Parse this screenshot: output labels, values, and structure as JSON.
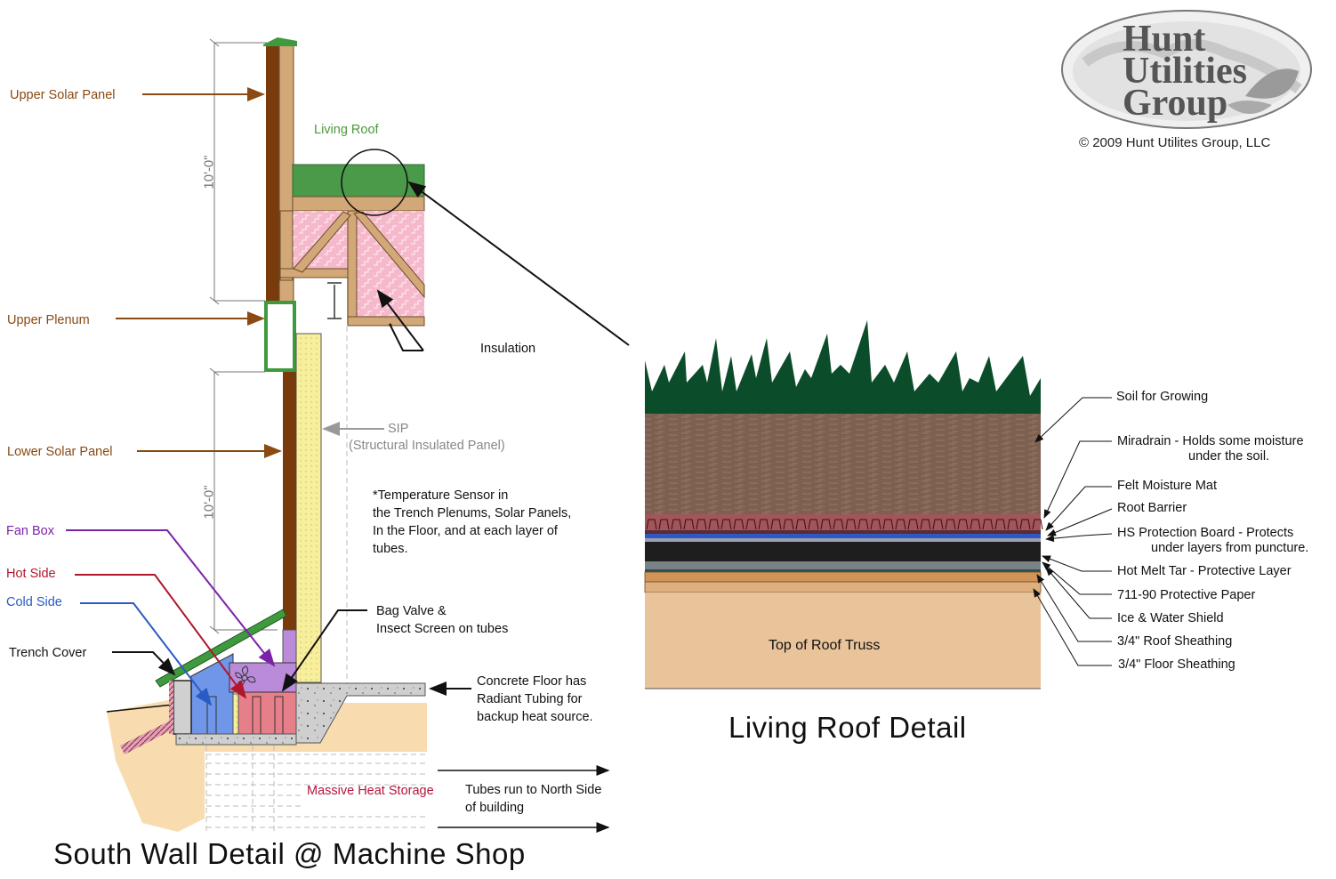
{
  "logo": {
    "line1": "Hunt",
    "line2": "Utilities",
    "line3": "Group",
    "copyright": "© 2009 Hunt Utilites Group, LLC"
  },
  "south_wall": {
    "title": "South Wall Detail @ Machine Shop",
    "dimension_upper": "10'-0\"",
    "dimension_lower": "10'-0\"",
    "labels": {
      "upper_solar_panel": "Upper Solar Panel",
      "living_roof": "Living Roof",
      "upper_plenum": "Upper Plenum",
      "insulation": "Insulation",
      "sip_line1": "SIP",
      "sip_line2": "(Structural Insulated Panel)",
      "lower_solar_panel": "Lower Solar Panel",
      "temp_note": [
        "*Temperature Sensor in",
        "the Trench Plenums, Solar Panels,",
        "In the Floor, and at each layer of",
        "tubes."
      ],
      "fan_box": "Fan Box",
      "hot_side": "Hot Side",
      "cold_side": "Cold Side",
      "trench_cover": "Trench Cover",
      "bag_valve": [
        "Bag Valve &",
        "Insect Screen on tubes"
      ],
      "concrete_floor": [
        "Concrete Floor has",
        "Radiant Tubing for",
        "backup heat source."
      ],
      "massive_heat_storage": "Massive Heat Storage",
      "tubes_run": [
        "Tubes run to North Side",
        "of building"
      ]
    }
  },
  "living_roof": {
    "title": "Living Roof Detail",
    "truss_label": "Top of  Roof Truss",
    "layers": [
      {
        "label": "Soil for Growing"
      },
      {
        "label": "Miradrain - Holds some moisture",
        "label2": "under the soil."
      },
      {
        "label": "Felt Moisture Mat"
      },
      {
        "label": "Root Barrier"
      },
      {
        "label": "HS Protection Board - Protects",
        "label2": "under layers from puncture."
      },
      {
        "label": "Hot Melt Tar - Protective Layer"
      },
      {
        "label": "711-90 Protective Paper"
      },
      {
        "label": "Ice & Water Shield"
      },
      {
        "label": "3/4\" Roof Sheathing"
      },
      {
        "label": "3/4\" Floor Sheathing"
      }
    ]
  },
  "colors": {
    "solar_panel": "#7a3b0c",
    "wood": "#d2a878",
    "living_roof_green": "#4a9a4a",
    "insulation_pink": "#f5b8c8",
    "sip_yellow": "#f8ef9c",
    "grass": "#0b4d2b",
    "soil": "#7e6050",
    "cold_blue": "#6f96e8",
    "hot_red": "#e67f8a",
    "fan_purple": "#b98bd8",
    "earth": "#f8dcb0"
  }
}
